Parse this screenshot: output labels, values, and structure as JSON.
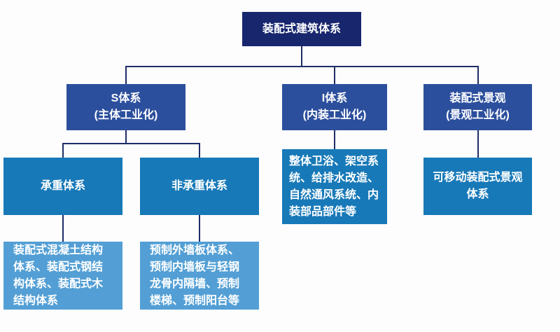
{
  "diagram": {
    "root": {
      "label": "装配式建筑体系"
    },
    "branches": {
      "s_system": {
        "label": "S体系",
        "sublabel": "(主体工业化)"
      },
      "i_system": {
        "label": "I体系",
        "sublabel": "(内装工业化)"
      },
      "landscape": {
        "label": "装配式景观",
        "sublabel": "(景观工业化)"
      }
    },
    "s_children": {
      "load_bearing": {
        "label": "承重体系",
        "detail": "装配式混凝土结构体系、装配式钢结构体系、装配式木结构体系"
      },
      "non_load_bearing": {
        "label": "非承重体系",
        "detail": "预制外墙板体系、预制内墙板与轻钢龙骨内隔墙、预制楼梯、预制阳台等"
      }
    },
    "i_detail": "整体卫浴、架空系统、给排水改造、自然通风系统、内装部品部件等",
    "landscape_detail": "可移动装配式景观体系",
    "colors": {
      "root": "#17266d",
      "level2": "#2c4f9d",
      "level3": "#1879b8",
      "level4": "#539fd5",
      "line": "#1e2e66",
      "background": "#fdfdfd",
      "text": "#ffffff"
    }
  }
}
